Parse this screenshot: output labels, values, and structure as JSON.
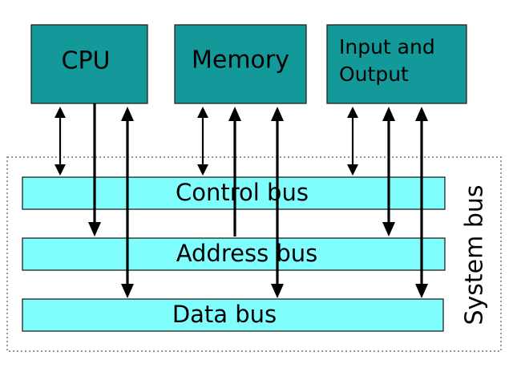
{
  "components": {
    "cpu": "CPU",
    "memory": "Memory",
    "io_line1": "Input and",
    "io_line2": "Output"
  },
  "buses": {
    "control": "Control bus",
    "address": "Address bus",
    "data": "Data bus",
    "system": "System bus"
  },
  "colors": {
    "component_fill": "#139999",
    "bus_fill": "#80fefe",
    "arrow": "#000000"
  }
}
